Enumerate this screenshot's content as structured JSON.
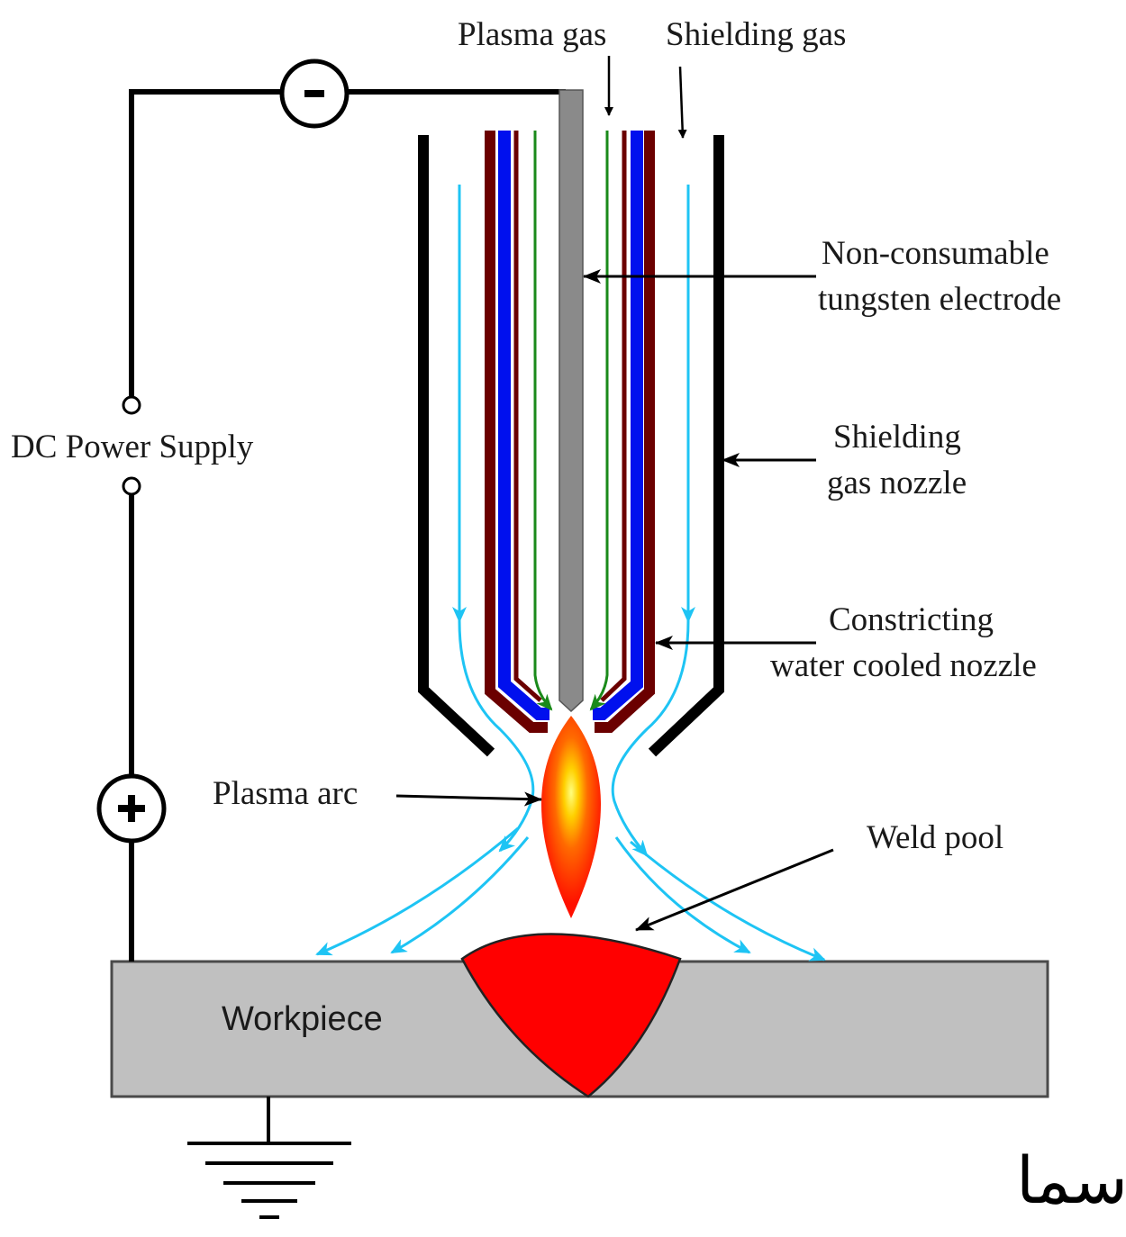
{
  "labels": {
    "plasma_gas": "Plasma gas",
    "shielding_gas": "Shielding gas",
    "electrode_line1": "Non-consumable",
    "electrode_line2": "tungsten electrode",
    "shield_nozzle_line1": "Shielding",
    "shield_nozzle_line2": "gas nozzle",
    "constricting_line1": "Constricting",
    "constricting_line2": "water cooled nozzle",
    "plasma_arc": "Plasma arc",
    "weld_pool": "Weld pool",
    "dc_power_supply": "DC Power Supply",
    "workpiece": "Workpiece",
    "negative_symbol": "-",
    "positive_symbol": "+"
  },
  "caption": "جوشکاری پلاسما",
  "colors": {
    "outer_nozzle": "#000000",
    "constricting_outer": "#6b0000",
    "constricting_inner": "#0010ee",
    "plasma_gas_flow": "#1a8a1a",
    "electrode": "#8a8a8a",
    "shielding_flow": "#1ec4f4",
    "weld_pool": "#ff0000",
    "workpiece": "#c0c0c0"
  }
}
